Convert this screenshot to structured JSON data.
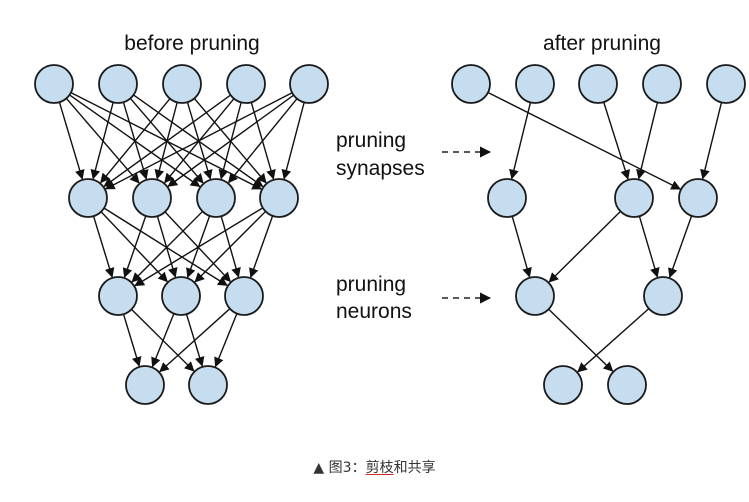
{
  "titles": {
    "before": "before pruning",
    "after": "after pruning"
  },
  "labels": {
    "synapses_line1": "pruning",
    "synapses_line2": "synapses",
    "neurons_line1": "pruning",
    "neurons_line2": "neurons"
  },
  "caption": {
    "marker": "▲",
    "prefix": "图3：",
    "highlight": "剪枝",
    "suffix": "和共享"
  },
  "colors": {
    "node_fill": "#c6dcef",
    "node_stroke": "#1a1a1a",
    "edge": "#111111"
  },
  "networks": {
    "before": {
      "layers": [
        5,
        4,
        3,
        2
      ],
      "connections": "fully-connected"
    },
    "after": {
      "layers": [
        5,
        3,
        2,
        2
      ],
      "edges": [
        [
          [
            0,
            2
          ],
          [
            1,
            0
          ],
          [
            2,
            1
          ],
          [
            3,
            1
          ],
          [
            4,
            2
          ]
        ],
        [
          [
            0,
            0
          ],
          [
            1,
            0
          ],
          [
            1,
            1
          ],
          [
            2,
            1
          ]
        ],
        [
          [
            0,
            1
          ],
          [
            1,
            0
          ]
        ]
      ]
    }
  }
}
